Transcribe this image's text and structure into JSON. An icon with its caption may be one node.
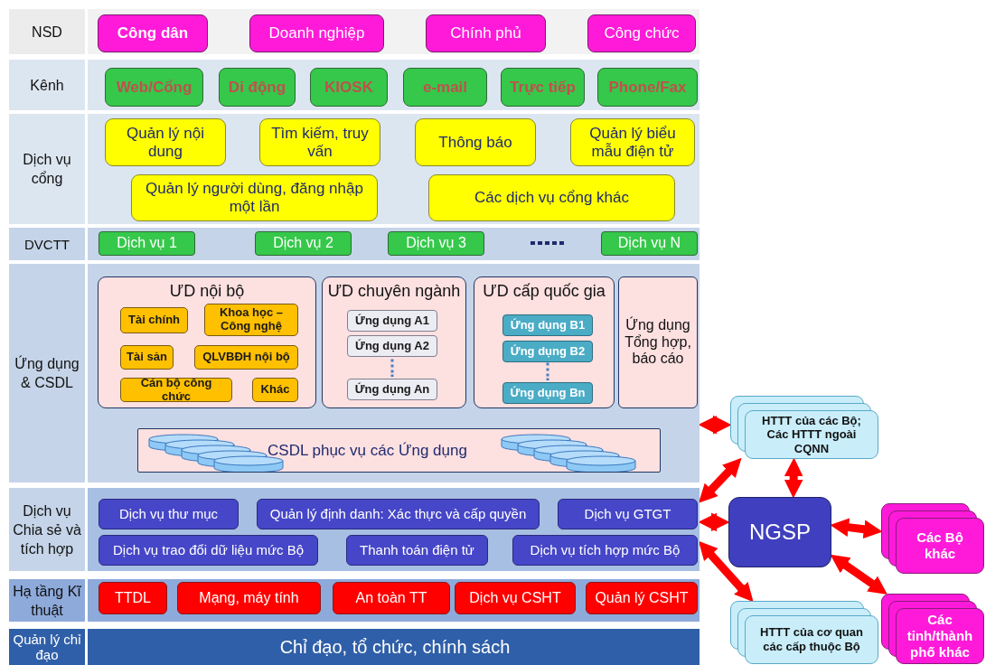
{
  "diagram": {
    "nodes": [
      {
        "text": [
          "NSD"
        ]
      },
      {
        "text": [
          "Công dân"
        ],
        "in": 0
      },
      {
        "text": [
          "Doanh nghiệp"
        ],
        "in": 0
      },
      {
        "text": [
          "Chính phủ"
        ],
        "in": 0
      },
      {
        "text": [
          "Công chức"
        ],
        "in": 0
      },
      {
        "text": [
          "Kênh"
        ]
      },
      {
        "text": [
          "Web/Cổng"
        ],
        "in": 5
      },
      {
        "text": [
          "Di động"
        ],
        "in": 5
      },
      {
        "text": [
          "KIOSK"
        ],
        "in": 5
      },
      {
        "text": [
          "e-mail"
        ],
        "in": 5
      },
      {
        "text": [
          "Trực tiếp"
        ],
        "in": 5
      },
      {
        "text": [
          "Phone/Fax"
        ],
        "in": 5
      },
      {
        "text": [
          "Dịch vụ cổng"
        ]
      },
      {
        "text": [
          "Quản lý nội dung"
        ],
        "in": 12
      },
      {
        "text": [
          "Tìm kiếm, truy vấn"
        ],
        "in": 12
      },
      {
        "text": [
          "Thông báo"
        ],
        "in": 12
      },
      {
        "text": [
          "Quản lý biểu mẫu điện tử"
        ],
        "in": 12
      },
      {
        "text": [
          "Quản lý người dùng, đăng nhập một lần"
        ],
        "in": 12
      },
      {
        "text": [
          "Các dịch vụ cổng khác"
        ],
        "in": 12
      },
      {
        "text": [
          "DVCTT"
        ]
      },
      {
        "text": [
          "Dịch vụ 1"
        ],
        "in": 19
      },
      {
        "text": [
          "Dịch vụ 2"
        ],
        "in": 19
      },
      {
        "text": [
          "Dịch vụ 3"
        ],
        "in": 19
      },
      {
        "text": [
          "Dịch vụ N"
        ],
        "in": 19
      },
      {
        "text": [
          "Ứng dụng & CSDL"
        ]
      },
      {
        "text": [
          "ƯD nội bộ"
        ],
        "in": 24
      },
      {
        "text": [
          "Tài chính"
        ],
        "in": 25
      },
      {
        "text": [
          "Khoa học – Công nghệ"
        ],
        "in": 25
      },
      {
        "text": [
          "Tài sản"
        ],
        "in": 25
      },
      {
        "text": [
          "QLVBĐH nội bộ"
        ],
        "in": 25
      },
      {
        "text": [
          "Cán bộ công chức"
        ],
        "in": 25
      },
      {
        "text": [
          "Khác"
        ],
        "in": 25
      },
      {
        "text": [
          "ƯD chuyên ngành"
        ],
        "in": 24
      },
      {
        "text": [
          "Ứng dụng A1"
        ],
        "in": 32
      },
      {
        "text": [
          "Ứng dụng A2"
        ],
        "in": 32
      },
      {
        "text": [
          "Ứng dụng An"
        ],
        "in": 32
      },
      {
        "text": [
          "ƯD cấp quốc gia"
        ],
        "in": 24
      },
      {
        "text": [
          "Ứng dụng B1"
        ],
        "in": 36
      },
      {
        "text": [
          "Ứng dụng B2"
        ],
        "in": 36
      },
      {
        "text": [
          "Ứng dụng Bn"
        ],
        "in": 36
      },
      {
        "text": [
          "Ứng dụng Tổng hợp, báo cáo"
        ],
        "in": 24
      },
      {
        "text": [
          "CSDL phục vụ các Ứng dụng"
        ],
        "in": 24
      },
      {
        "text": [
          "Dịch vụ Chia sẻ và tích hợp"
        ]
      },
      {
        "text": [
          "Dịch vụ thư mục"
        ],
        "in": 42
      },
      {
        "text": [
          "Quản lý định danh: Xác thực và cấp quyền"
        ],
        "in": 42
      },
      {
        "text": [
          "Dịch vụ GTGT"
        ],
        "in": 42
      },
      {
        "text": [
          "Dịch vụ trao đổi dữ liệu mức Bộ"
        ],
        "in": 42
      },
      {
        "text": [
          "Thanh toán điện tử"
        ],
        "in": 42
      },
      {
        "text": [
          "Dịch vụ tích hợp mức Bộ"
        ],
        "in": 42
      },
      {
        "text": [
          "Hạ tầng Kĩ thuật"
        ]
      },
      {
        "text": [
          "TTDL"
        ],
        "in": 49
      },
      {
        "text": [
          "Mạng, máy tính"
        ],
        "in": 49
      },
      {
        "text": [
          "An toàn TT"
        ],
        "in": 49
      },
      {
        "text": [
          "Dịch vụ CSHT"
        ],
        "in": 49
      },
      {
        "text": [
          "Quản lý CSHT"
        ],
        "in": 49
      },
      {
        "text": [
          "Quản lý chỉ đạo"
        ]
      },
      {
        "text": [
          "Chỉ đạo, tổ chức, chính sách"
        ],
        "in": 55
      },
      {
        "text": [
          "HTTT của các Bộ; Các HTTT ngoài CQNN"
        ]
      },
      {
        "text": [
          "NGSP"
        ]
      },
      {
        "text": [
          "Các Bộ khác"
        ]
      },
      {
        "text": [
          "HTTT của cơ quan các cấp thuộc Bộ"
        ]
      },
      {
        "text": [
          "Các tỉnh/thành phố khác"
        ]
      }
    ],
    "edges": [
      {
        "from": 24,
        "to": 57,
        "arrow": "both"
      },
      {
        "from": 42,
        "to": 57,
        "arrow": "both"
      },
      {
        "from": 42,
        "to": 58,
        "arrow": "both"
      },
      {
        "from": 42,
        "to": 60,
        "arrow": "both"
      },
      {
        "from": 57,
        "to": 58,
        "arrow": "both"
      },
      {
        "from": 58,
        "to": 59,
        "arrow": "both"
      },
      {
        "from": 58,
        "to": 61,
        "arrow": "both"
      }
    ]
  }
}
